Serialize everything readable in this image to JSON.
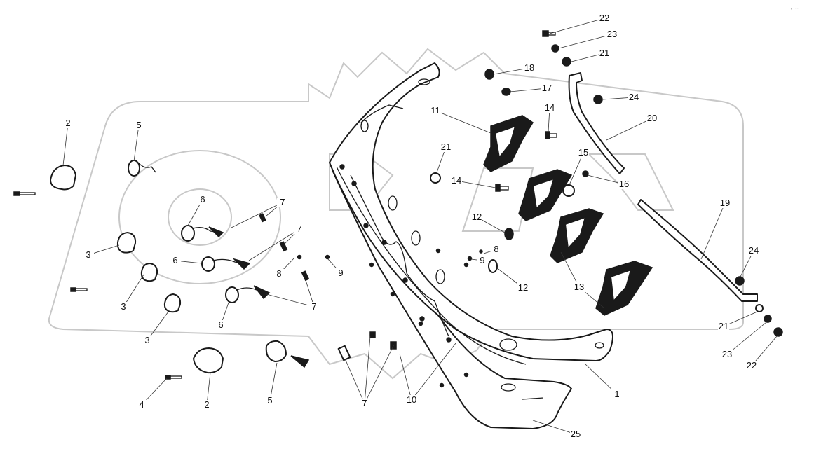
{
  "diagram": {
    "watermark": "OREX",
    "corner_mark": "⌐ --",
    "callouts": [
      "1",
      "2",
      "2",
      "3",
      "3",
      "3",
      "4",
      "5",
      "5",
      "6",
      "6",
      "6",
      "7",
      "7",
      "7",
      "7",
      "8",
      "8",
      "9",
      "9",
      "10",
      "11",
      "12",
      "12",
      "13",
      "14",
      "14",
      "15",
      "16",
      "17",
      "18",
      "19",
      "20",
      "21",
      "21",
      "21",
      "22",
      "22",
      "23",
      "23",
      "24",
      "24",
      "25"
    ]
  }
}
